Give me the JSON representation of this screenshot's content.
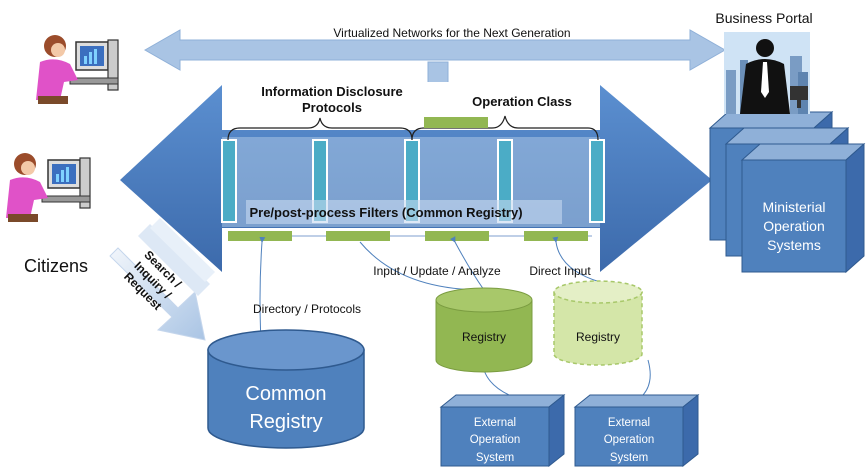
{
  "diagram": {
    "top_banner": "Virtualized Networks for the Next Generation",
    "business_portal": "Business Portal",
    "info_disclosure_line1": "Information Disclosure",
    "info_disclosure_line2": "Protocols",
    "operation_class": "Operation Class",
    "filters": "Pre/post-process Filters (Common Registry)",
    "citizens": "Citizens",
    "search_line1": "Search /",
    "search_line2": "Inquiry /",
    "search_line3": "Request",
    "directory_protocols": "Directory / Protocols",
    "input_update_analyze": "Input / Update / Analyze",
    "direct_input": "Direct Input",
    "registry_solid": "Registry",
    "registry_dashed": "Registry",
    "common_registry_line1": "Common",
    "common_registry_line2": "Registry",
    "ministerial_line1": "Ministerial",
    "ministerial_line2": "Operation",
    "ministerial_line3": "Systems",
    "external1_line1": "External",
    "external1_line2": "Operation",
    "external1_line3": "System",
    "external2_line1": "External",
    "external2_line2": "Operation",
    "external2_line3": "System"
  },
  "colors": {
    "big_arrow": "#4a7cc0",
    "light_arrow": "#a9c4e4",
    "green": "#92b752",
    "light_green": "#d4e6a8",
    "blue_box": "#4f81bd",
    "cyan_bar": "#4bacc6"
  }
}
